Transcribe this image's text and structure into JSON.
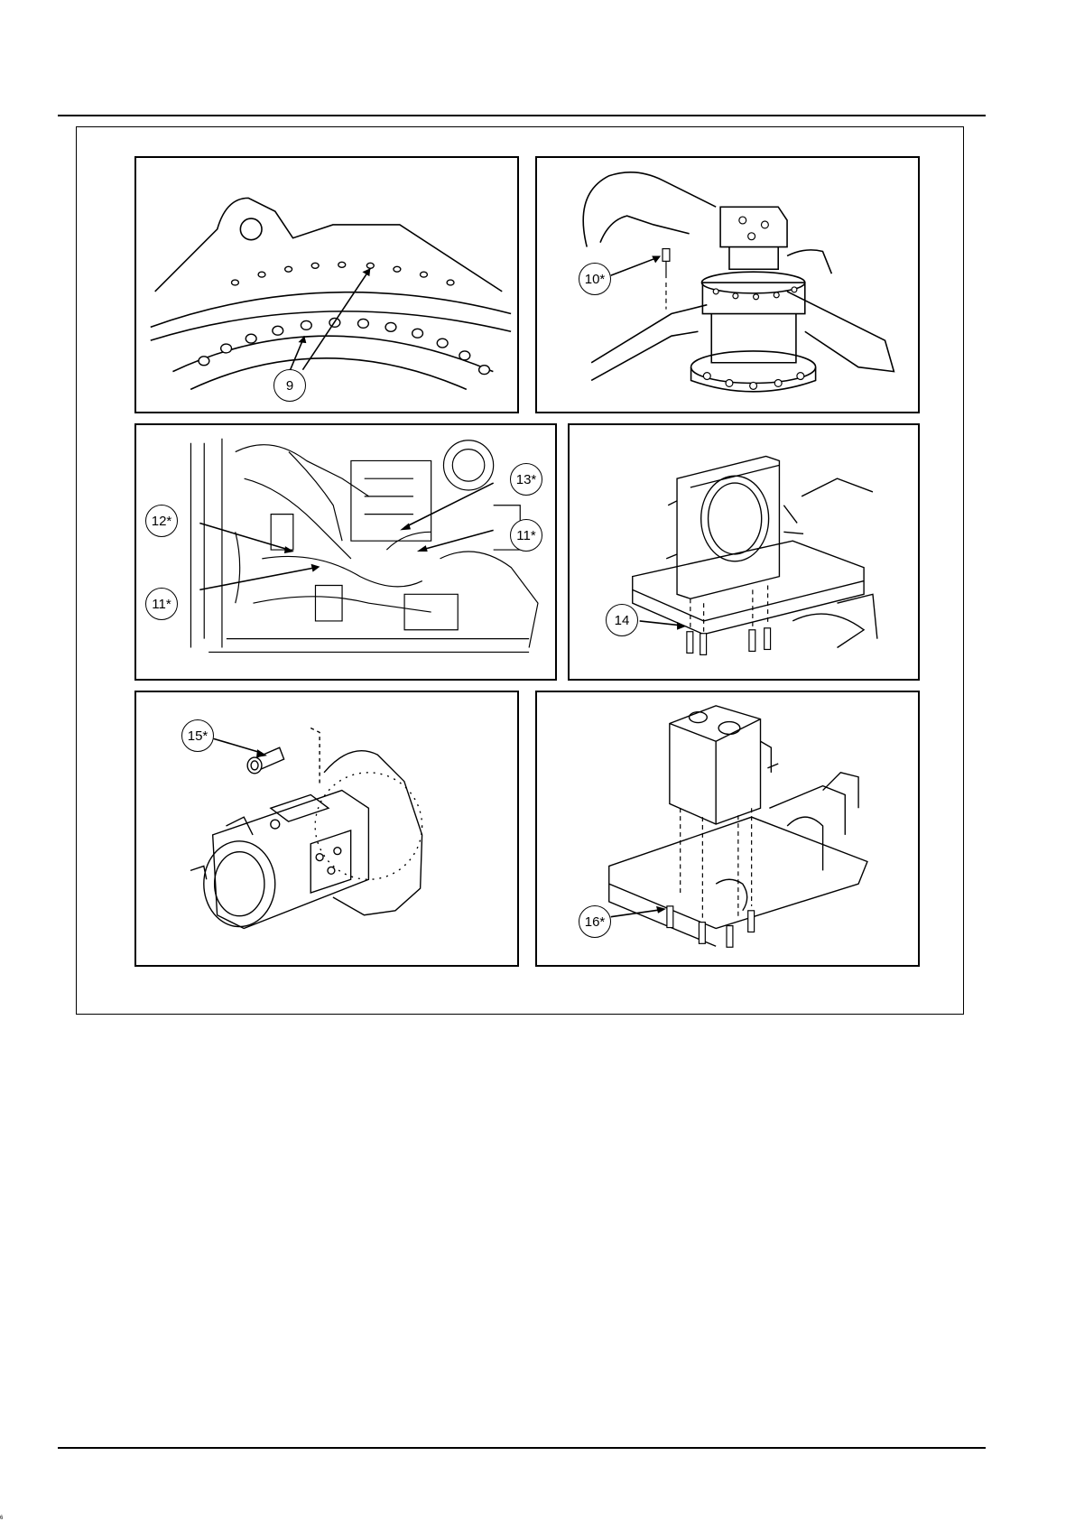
{
  "page": {
    "footer_mark": "6"
  },
  "figure": {
    "panels": [
      {
        "id": "swing-bearing-bolts",
        "callouts": [
          "9"
        ]
      },
      {
        "id": "swing-motor",
        "callouts": [
          "10*"
        ]
      },
      {
        "id": "engine-compartment",
        "callouts": [
          "12*",
          "13*",
          "11*",
          "11*"
        ]
      },
      {
        "id": "cooler-assembly",
        "callouts": [
          "14"
        ]
      },
      {
        "id": "hydraulic-pump",
        "callouts": [
          "15*"
        ]
      },
      {
        "id": "hydraulic-tank",
        "callouts": [
          "16*"
        ]
      }
    ]
  }
}
